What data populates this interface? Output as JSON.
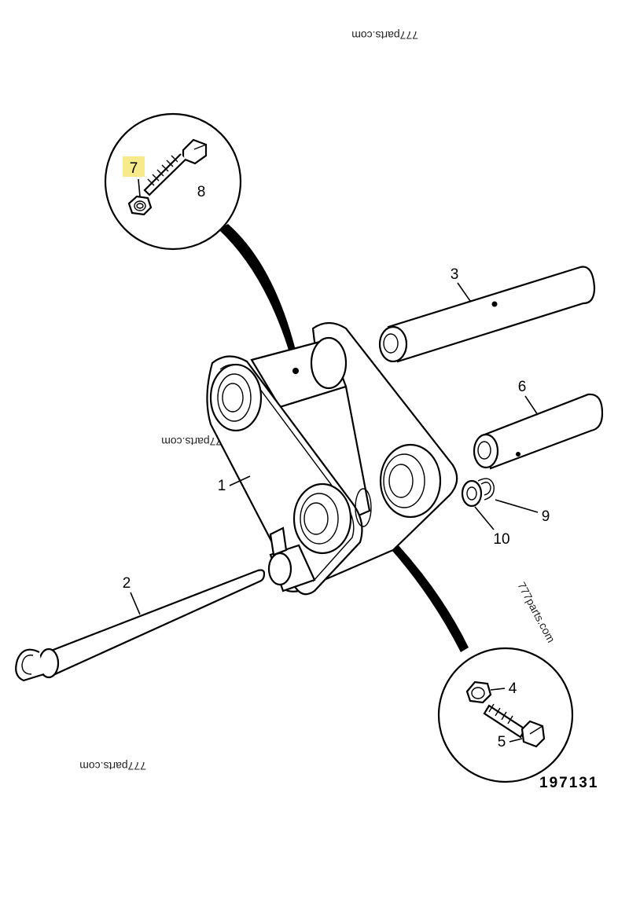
{
  "callouts": {
    "c1": "1",
    "c2": "2",
    "c3": "3",
    "c4": "4",
    "c5": "5",
    "c6": "6",
    "c7": "7",
    "c8": "8",
    "c9": "9",
    "c10": "10"
  },
  "highlight_color": "#f7ea8a",
  "figure_number": "197131",
  "watermarks": [
    "777parts.com",
    "777parts.com",
    "777parts.com",
    "777parts.com"
  ]
}
